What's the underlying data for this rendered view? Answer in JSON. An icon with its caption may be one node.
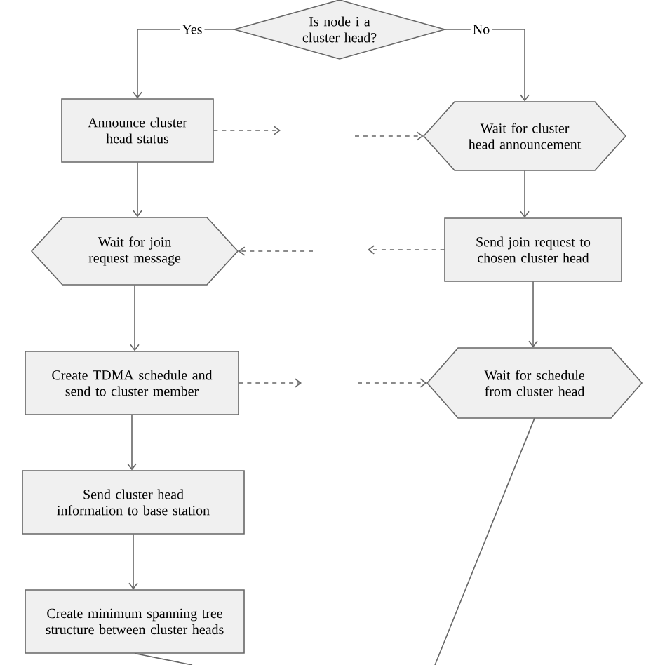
{
  "diagram": {
    "nodes": [
      {
        "text": [
          "Is node i a cluster head?"
        ]
      },
      {
        "text": [
          "Announce cluster head status"
        ]
      },
      {
        "text": [
          "Wait for cluster head announcement"
        ]
      },
      {
        "text": [
          "Wait for join request message"
        ]
      },
      {
        "text": [
          "Send join request to chosen cluster head"
        ]
      },
      {
        "text": [
          "Create TDMA schedule and send to cluster member"
        ]
      },
      {
        "text": [
          "Wait for schedule from cluster head"
        ]
      },
      {
        "text": [
          "Send cluster head information to base station"
        ]
      },
      {
        "text": [
          "Create minimum spanning tree structure between cluster heads"
        ]
      }
    ],
    "edges": [
      {
        "from": 0,
        "to": 1,
        "arrow": "to",
        "label": "Yes"
      },
      {
        "from": 0,
        "to": 2,
        "arrow": "to",
        "label": "No"
      },
      {
        "from": 1,
        "to": 3,
        "arrow": "to"
      },
      {
        "from": 3,
        "to": 5,
        "arrow": "to"
      },
      {
        "from": 5,
        "to": 7,
        "arrow": "to"
      },
      {
        "from": 7,
        "to": 8,
        "arrow": "to"
      },
      {
        "from": 2,
        "to": 4,
        "arrow": "to"
      },
      {
        "from": 4,
        "to": 6,
        "arrow": "to"
      },
      {
        "from": 1,
        "to": null,
        "arrow": "to",
        "style": "dashed"
      },
      {
        "from": null,
        "to": 2,
        "arrow": "to",
        "style": "dashed"
      },
      {
        "from": 4,
        "to": null,
        "arrow": "to",
        "style": "dashed"
      },
      {
        "from": null,
        "to": 3,
        "arrow": "to",
        "style": "dashed"
      },
      {
        "from": 5,
        "to": null,
        "arrow": "to",
        "style": "dashed"
      },
      {
        "from": null,
        "to": 6,
        "arrow": "to",
        "style": "dashed"
      },
      {
        "from": 6,
        "to": null,
        "arrow": "none"
      },
      {
        "from": 8,
        "to": null,
        "arrow": "none"
      }
    ]
  }
}
